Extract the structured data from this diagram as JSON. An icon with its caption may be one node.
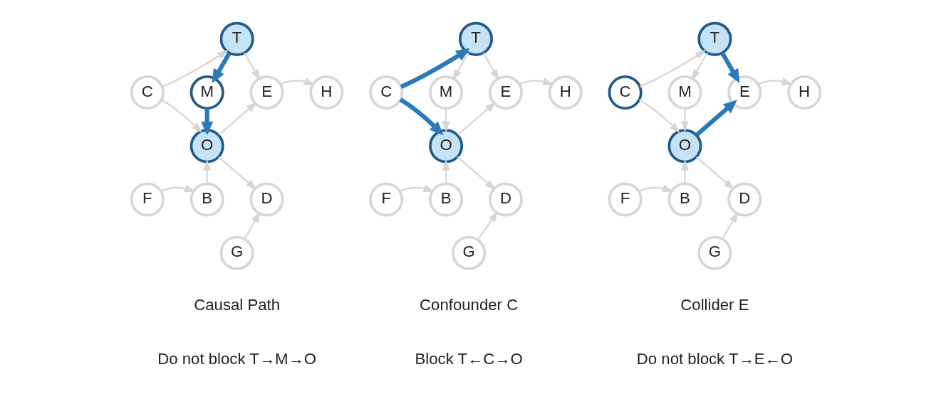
{
  "diagram": {
    "nodes": [
      {
        "text": [
          "T"
        ]
      },
      {
        "text": [
          "C"
        ]
      },
      {
        "text": [
          "M"
        ]
      },
      {
        "text": [
          "E"
        ]
      },
      {
        "text": [
          "H"
        ]
      },
      {
        "text": [
          "O"
        ]
      },
      {
        "text": [
          "F"
        ]
      },
      {
        "text": [
          "B"
        ]
      },
      {
        "text": [
          "D"
        ]
      },
      {
        "text": [
          "G"
        ]
      },
      {
        "text": [
          "T"
        ]
      },
      {
        "text": [
          "C"
        ]
      },
      {
        "text": [
          "M"
        ]
      },
      {
        "text": [
          "E"
        ]
      },
      {
        "text": [
          "H"
        ]
      },
      {
        "text": [
          "O"
        ]
      },
      {
        "text": [
          "F"
        ]
      },
      {
        "text": [
          "B"
        ]
      },
      {
        "text": [
          "D"
        ]
      },
      {
        "text": [
          "G"
        ]
      },
      {
        "text": [
          "T"
        ]
      },
      {
        "text": [
          "C"
        ]
      },
      {
        "text": [
          "M"
        ]
      },
      {
        "text": [
          "E"
        ]
      },
      {
        "text": [
          "H"
        ]
      },
      {
        "text": [
          "O"
        ]
      },
      {
        "text": [
          "F"
        ]
      },
      {
        "text": [
          "B"
        ]
      },
      {
        "text": [
          "D"
        ]
      },
      {
        "text": [
          "G"
        ]
      }
    ],
    "edges": [
      {
        "from": 1,
        "to": 0,
        "arrow": "to"
      },
      {
        "from": 1,
        "to": 5,
        "arrow": "to"
      },
      {
        "from": 0,
        "to": 2,
        "arrow": "to",
        "style": "thick",
        "color": "#2a7ab9"
      },
      {
        "from": 2,
        "to": 5,
        "arrow": "to",
        "style": "thick",
        "color": "#2a7ab9"
      },
      {
        "from": 0,
        "to": 3,
        "arrow": "to"
      },
      {
        "from": 5,
        "to": 3,
        "arrow": "to"
      },
      {
        "from": 3,
        "to": 4,
        "arrow": "to"
      },
      {
        "from": 6,
        "to": 7,
        "arrow": "to"
      },
      {
        "from": 7,
        "to": 5,
        "arrow": "to"
      },
      {
        "from": 5,
        "to": 8,
        "arrow": "to"
      },
      {
        "from": 9,
        "to": 8,
        "arrow": "to"
      },
      {
        "from": 11,
        "to": 10,
        "arrow": "to",
        "style": "thick",
        "color": "#2a7ab9"
      },
      {
        "from": 11,
        "to": 15,
        "arrow": "to",
        "style": "thick",
        "color": "#2a7ab9"
      },
      {
        "from": 10,
        "to": 12,
        "arrow": "to"
      },
      {
        "from": 12,
        "to": 15,
        "arrow": "to"
      },
      {
        "from": 10,
        "to": 13,
        "arrow": "to"
      },
      {
        "from": 15,
        "to": 13,
        "arrow": "to"
      },
      {
        "from": 13,
        "to": 14,
        "arrow": "to"
      },
      {
        "from": 16,
        "to": 17,
        "arrow": "to"
      },
      {
        "from": 17,
        "to": 15,
        "arrow": "to"
      },
      {
        "from": 15,
        "to": 18,
        "arrow": "to"
      },
      {
        "from": 19,
        "to": 18,
        "arrow": "to"
      },
      {
        "from": 21,
        "to": 20,
        "arrow": "to"
      },
      {
        "from": 21,
        "to": 25,
        "arrow": "to"
      },
      {
        "from": 20,
        "to": 22,
        "arrow": "to"
      },
      {
        "from": 22,
        "to": 25,
        "arrow": "to"
      },
      {
        "from": 20,
        "to": 23,
        "arrow": "to",
        "style": "thick",
        "color": "#2a7ab9"
      },
      {
        "from": 25,
        "to": 23,
        "arrow": "to",
        "style": "thick",
        "color": "#2a7ab9"
      },
      {
        "from": 23,
        "to": 24,
        "arrow": "to"
      },
      {
        "from": 26,
        "to": 27,
        "arrow": "to"
      },
      {
        "from": 27,
        "to": 25,
        "arrow": "to"
      },
      {
        "from": 25,
        "to": 28,
        "arrow": "to"
      },
      {
        "from": 29,
        "to": 28,
        "arrow": "to"
      }
    ],
    "labels": [
      "Causal Path",
      "Confounder C",
      "Collider E",
      "Do not block T→M→O",
      "Block T←C→O",
      "Do not block T→E←O"
    ]
  }
}
